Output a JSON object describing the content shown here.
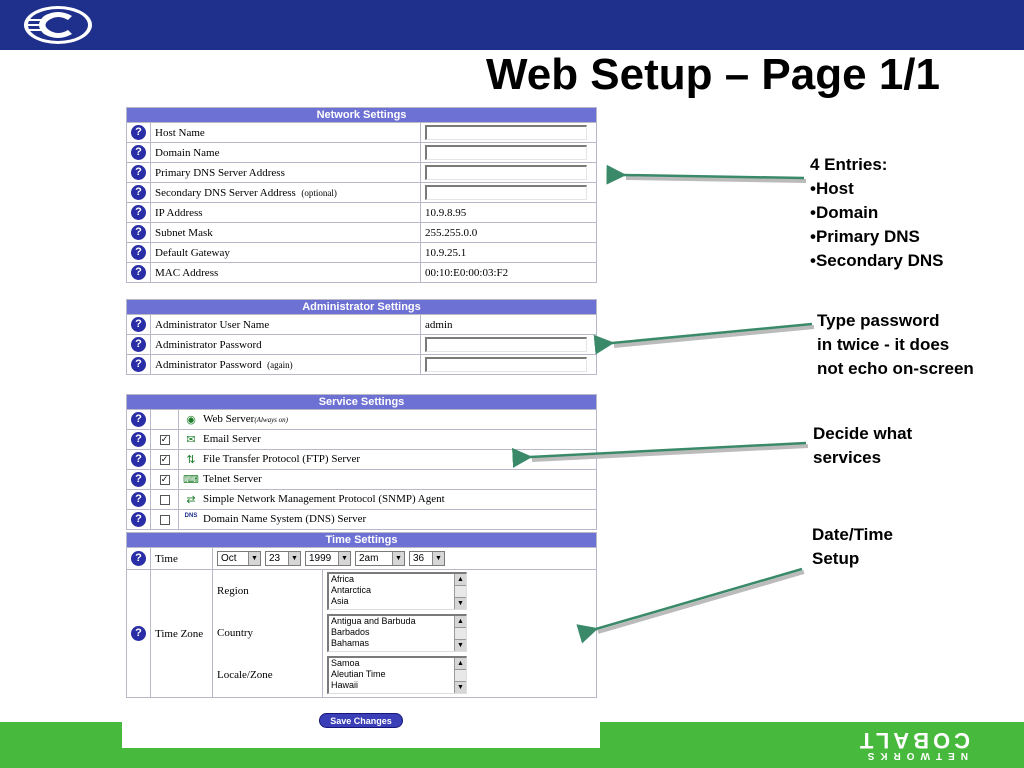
{
  "slide": {
    "title": "Web Setup – Page 1/1",
    "brand": "COBALT",
    "brand_sub": "NETWORKS"
  },
  "colors": {
    "top_bar": "#1f2f8c",
    "bottom_bar": "#47b93c",
    "table_header": "#6e71d4",
    "arrow": "#3a8a6a"
  },
  "network": {
    "header": "Network Settings",
    "rows": [
      {
        "label": "Host Name",
        "input": true,
        "value": ""
      },
      {
        "label": "Domain Name",
        "input": true,
        "value": ""
      },
      {
        "label": "Primary DNS Server Address",
        "input": true,
        "value": ""
      },
      {
        "label": "Secondary DNS Server Address",
        "note": "(optional)",
        "input": true,
        "value": ""
      },
      {
        "label": "IP Address",
        "input": false,
        "value": "10.9.8.95"
      },
      {
        "label": "Subnet Mask",
        "input": false,
        "value": "255.255.0.0"
      },
      {
        "label": "Default Gateway",
        "input": false,
        "value": "10.9.25.1"
      },
      {
        "label": "MAC Address",
        "input": false,
        "value": "00:10:E0:00:03:F2"
      }
    ]
  },
  "admin": {
    "header": "Administrator Settings",
    "rows": [
      {
        "label": "Administrator User Name",
        "input": false,
        "value": "admin"
      },
      {
        "label": "Administrator Password",
        "input": true,
        "value": ""
      },
      {
        "label": "Administrator Password",
        "note": "(again)",
        "input": true,
        "value": ""
      }
    ]
  },
  "services": {
    "header": "Service Settings",
    "rows": [
      {
        "label": "Web Server",
        "note": "(Always on)",
        "icon": "globe-icon",
        "checkbox": false,
        "checked": false
      },
      {
        "label": "Email Server",
        "icon": "envelope-icon",
        "checkbox": true,
        "checked": true
      },
      {
        "label": "File Transfer Protocol (FTP) Server",
        "icon": "ftp-icon",
        "checkbox": true,
        "checked": true
      },
      {
        "label": "Telnet Server",
        "icon": "terminal-icon",
        "checkbox": true,
        "checked": true
      },
      {
        "label": "Simple Network Management Protocol (SNMP) Agent",
        "icon": "snmp-icon",
        "checkbox": true,
        "checked": false
      },
      {
        "label": "Domain Name System (DNS) Server",
        "icon": "dns-icon",
        "icon_text": "DNS",
        "checkbox": true,
        "checked": false
      }
    ]
  },
  "time": {
    "header": "Time Settings",
    "time_label": "Time",
    "selects": {
      "month": "Oct",
      "day": "23",
      "year": "1999",
      "hour": "2am",
      "minute": "36"
    },
    "zone_label": "Time Zone",
    "region": {
      "label": "Region",
      "options": [
        "Africa",
        "Antarctica",
        "Asia"
      ]
    },
    "country": {
      "label": "Country",
      "options": [
        "Antigua and Barbuda",
        "Barbados",
        "Bahamas"
      ]
    },
    "locale": {
      "label": "Locale/Zone",
      "options": [
        "Samoa",
        "Aleutian Time",
        "Hawaii"
      ]
    }
  },
  "save_button": "Save Changes",
  "notes": {
    "entries": [
      "4 Entries:",
      "•Host",
      "•Domain",
      "•Primary DNS",
      "•Secondary DNS"
    ],
    "password": [
      "Type password",
      "in twice - it does",
      "not echo on-screen"
    ],
    "services": [
      "Decide what",
      "services"
    ],
    "datetime": [
      "Date/Time",
      "Setup"
    ]
  }
}
